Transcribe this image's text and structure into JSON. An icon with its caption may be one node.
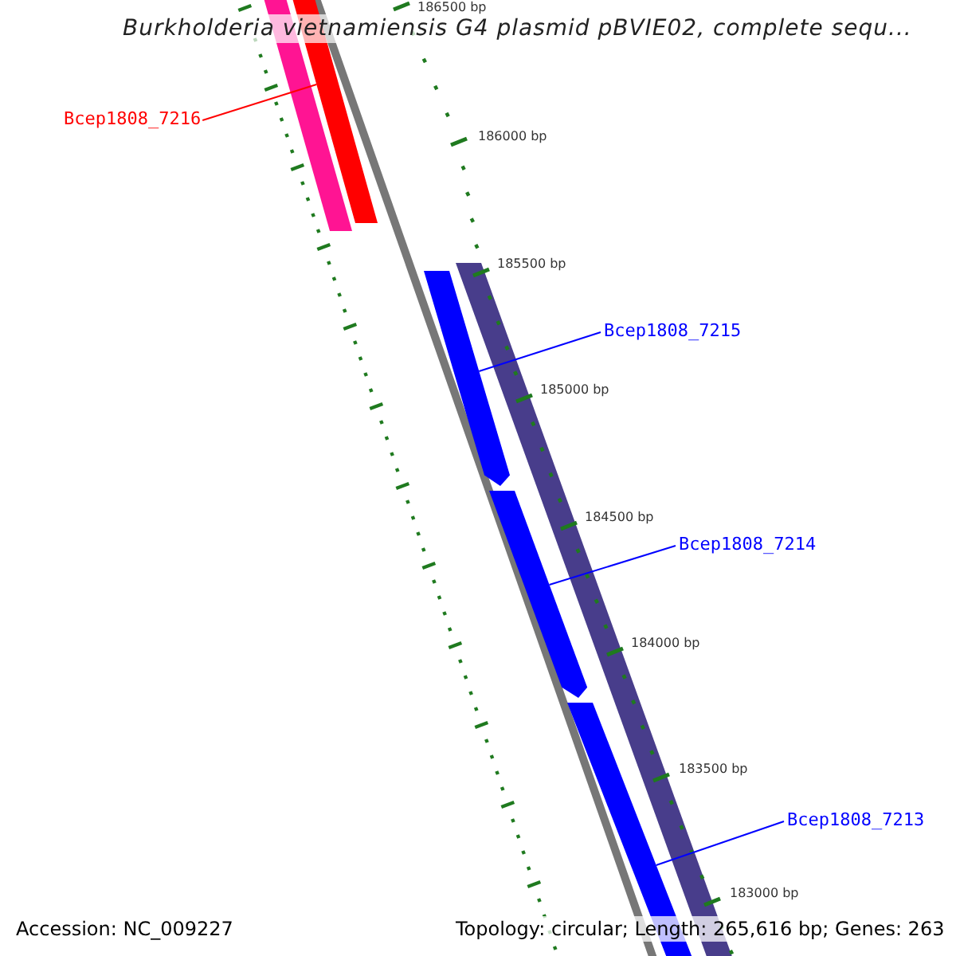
{
  "diagram": {
    "title": "Burkholderia vietnamiensis G4 plasmid pBVIE02, complete sequ...",
    "nodes": [
      {
        "text": [
          "Bcep1808_7216"
        ]
      },
      {
        "text": [],
        "shape": "bar"
      },
      {
        "text": [
          "Bcep1808_7215"
        ]
      },
      {
        "text": [],
        "shape": "arrow"
      },
      {
        "text": [
          "Bcep1808_7214"
        ]
      },
      {
        "text": [],
        "shape": "arrow"
      },
      {
        "text": [
          "Bcep1808_7213"
        ]
      },
      {
        "text": [],
        "shape": "bar"
      },
      {
        "text": [],
        "shape": "bar"
      },
      {
        "text": [],
        "shape": "bar"
      }
    ],
    "edges": [
      {
        "from": 0,
        "to": 1,
        "arrow": "none",
        "color": "#ff0000"
      },
      {
        "from": 2,
        "to": 3,
        "arrow": "none"
      },
      {
        "from": 4,
        "to": 5,
        "arrow": "none"
      },
      {
        "from": 6,
        "to": 7,
        "arrow": "none"
      }
    ],
    "labels": [
      "186500 bp",
      "186000 bp",
      "185500 bp",
      "185000 bp",
      "184500 bp",
      "184000 bp",
      "183500 bp",
      "183000 bp",
      "Accession: NC_009227",
      "Topology: circular; Length: 265,616 bp; Genes: 263"
    ]
  }
}
